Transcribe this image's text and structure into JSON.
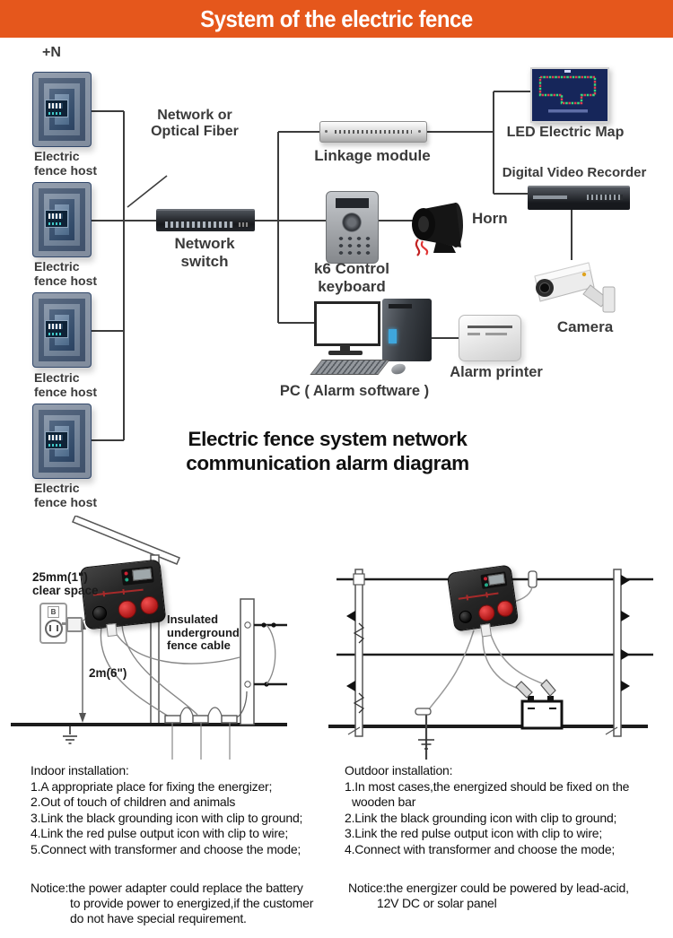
{
  "header": {
    "title": "System of the electric fence",
    "accent_color": "#e5571c"
  },
  "diagram": {
    "plus_n": "+N",
    "host_label_line1": "Electric",
    "host_label_line2": "fence host",
    "network_fiber_line1": "Network or",
    "network_fiber_line2": "Optical Fiber",
    "switch_line1": "Network",
    "switch_line2": "switch",
    "linkage_module": "Linkage module",
    "led_map": "LED Electric Map",
    "dvr": "Digital Video Recorder",
    "horn": "Horn",
    "k6_line1": "k6 Control",
    "k6_line2": "keyboard",
    "camera": "Camera",
    "alarm_printer": "Alarm printer",
    "pc": "PC ( Alarm software )",
    "title_line1": "Electric fence system network",
    "title_line2": "communication alarm diagram"
  },
  "indoor_diagram": {
    "clearance_line1": "25mm(1\")",
    "clearance_line2": "clear space",
    "height_label": "2m(6\")",
    "cable_line1": "Insulated",
    "cable_line2": "underground",
    "cable_line3": "fence cable",
    "outlet_letter": "B"
  },
  "instructions": {
    "indoor_heading": "Indoor installation:",
    "indoor_items": [
      "1.A appropriate place for fixing the energizer;",
      "2.Out of touch of children and animals",
      "3.Link the black grounding icon with clip to ground;",
      "4.Link the red pulse output icon with clip to wire;",
      "5.Connect with transformer and choose the mode;"
    ],
    "indoor_notice": [
      "Notice:the power adapter could replace the battery",
      "to provide power to energized,if the customer",
      "do not have special requirement."
    ],
    "outdoor_heading": "Outdoor installation:",
    "outdoor_items": [
      "1.In most cases,the energized should be fixed on the",
      "wooden bar",
      "2.Link the black grounding icon with clip to ground;",
      "3.Link the red pulse output icon with clip to wire;",
      "4.Connect with transformer and choose the mode;"
    ],
    "outdoor_notice": [
      "Notice:the energizer could be powered by lead-acid,",
      "12V DC or solar panel"
    ]
  }
}
